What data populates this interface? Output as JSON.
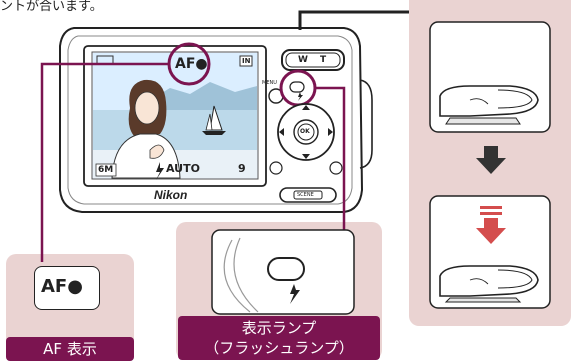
{
  "intro_text": "ントが合います。",
  "screen": {
    "af_indicator": "AF●",
    "memory_icon": "IN",
    "image_size": "6M",
    "flash_mode": "AUTO",
    "frames_left": "9"
  },
  "camera": {
    "brand": "Nikon",
    "zoom_w": "W",
    "zoom_t": "T",
    "menu_label": "MENU",
    "ok_label": "OK",
    "scene_label": "SCENE"
  },
  "af_callout": {
    "icon_text": "AF●",
    "label": "AF 表示"
  },
  "lamp_callout": {
    "label_line1": "表示ランプ",
    "label_line2": "（フラッシュランプ）"
  },
  "colors": {
    "panel_bg": "#ead3d2",
    "label_bg": "#7b1450",
    "arrow_red": "#d44d4d",
    "arrow_dark": "#333333"
  }
}
